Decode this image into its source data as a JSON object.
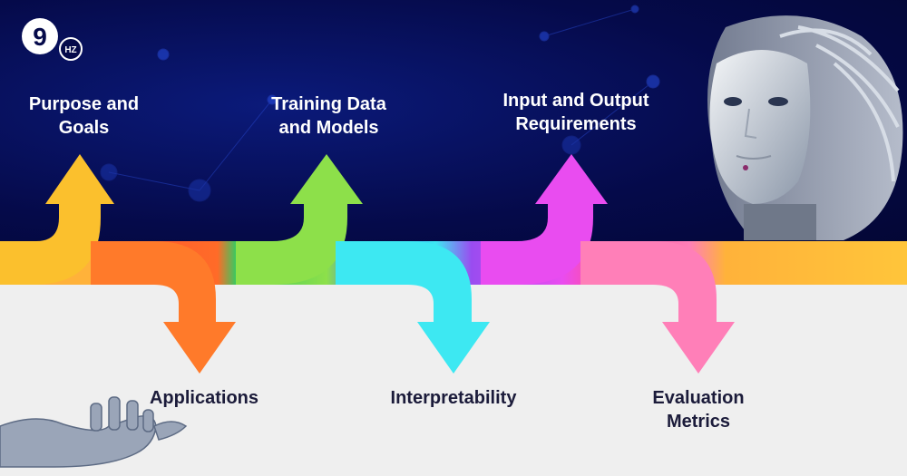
{
  "logo": {
    "glyph": "9",
    "sub": "HZ"
  },
  "steps": [
    {
      "label": "Purpose and\nGoals",
      "color": "#fbc02d"
    },
    {
      "label": "Applications",
      "color": "#ff7a2a"
    },
    {
      "label": "Training Data\nand Models",
      "color": "#8de04a"
    },
    {
      "label": "Interpretability",
      "color": "#3de8f2"
    },
    {
      "label": "Input and Output\nRequirements",
      "color": "#e94cf0"
    },
    {
      "label": "Evaluation\nMetrics",
      "color": "#ff7fb8"
    }
  ],
  "colors": {
    "band_left": "#ffb23a",
    "band_right": "#ffc53a",
    "background_top": "#050a4a",
    "background_bottom": "#efefef"
  }
}
